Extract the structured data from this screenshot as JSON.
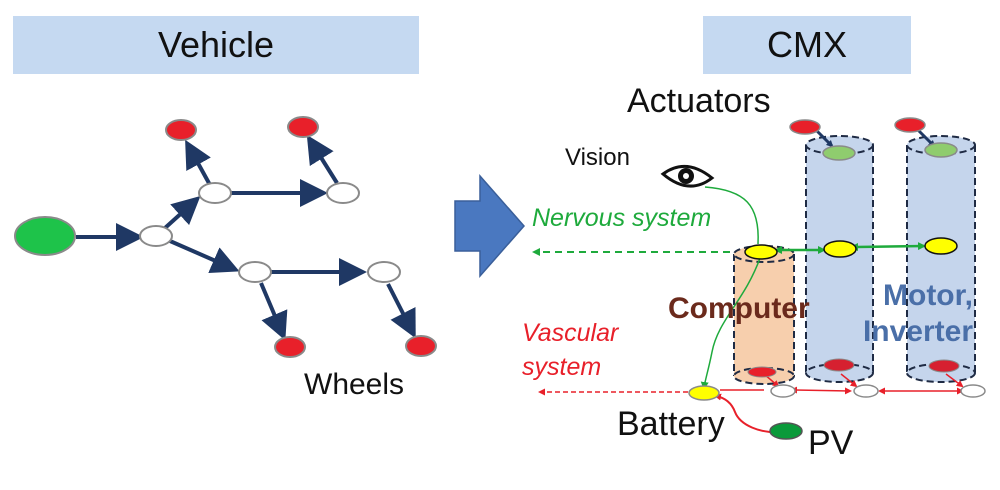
{
  "panels": {
    "vehicle_title": "Vehicle",
    "cmx_title": "CMX"
  },
  "labels": {
    "actuators": "Actuators",
    "vision": "Vision",
    "nervous_system": "Nervous system",
    "vascular_line1": "Vascular",
    "vascular_line2": "system",
    "computer": "Computer",
    "motor_line1": "Motor,",
    "motor_line2": "Inverter",
    "wheels": "Wheels",
    "battery": "Battery",
    "pv": "PV"
  },
  "colors": {
    "title_box": "#c5d9f1",
    "tree_edge": "#1f3864",
    "wheel_node": "#e8202a",
    "source_node": "#1ec34a",
    "nervous": "#1eaa3c",
    "vascular": "#e8202a",
    "computer_fill": "#f7cfad",
    "motor_fill": "#c5d5ec",
    "node_yellow": "#ffff00",
    "actuator_green": "#8fcc6e",
    "arrow_blue": "#4a78c0"
  },
  "icons": [
    "eye-icon",
    "right-arrow-icon"
  ]
}
